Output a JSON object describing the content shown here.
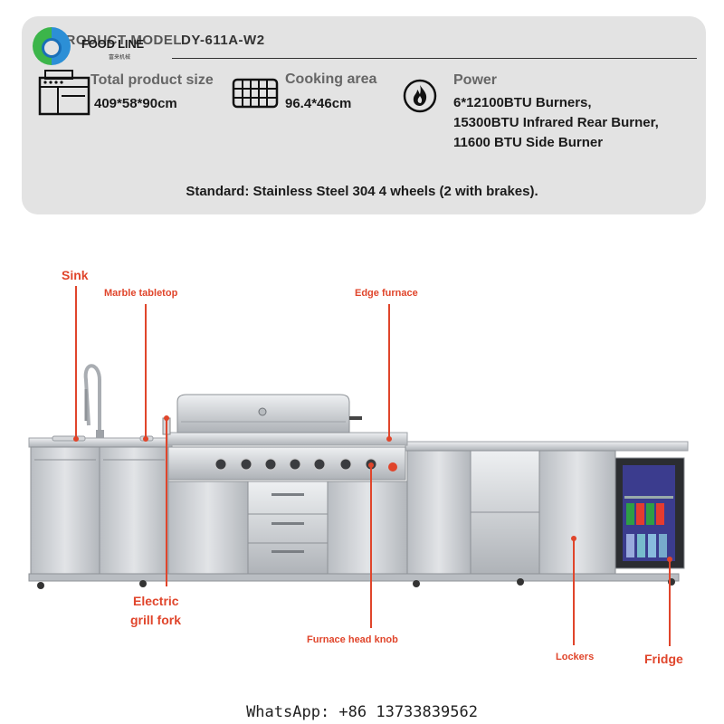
{
  "header": {
    "brand": "FOOD LINE",
    "brand_sub": "富来机械",
    "model_label": "PRODUCT MODEL",
    "model_value": "DY-611A-W2"
  },
  "specs": {
    "size_title": "Total product size",
    "size_value": "409*58*90cm",
    "cooking_title": "Cooking area",
    "cooking_value": "96.4*46cm",
    "power_title": "Power",
    "power_lines": [
      "6*12100BTU Burners,",
      "15300BTU Infrared Rear Burner,",
      "11600 BTU Side Burner"
    ],
    "standard": "Standard: Stainless Steel 304 4 wheels (2 with brakes)."
  },
  "callouts": {
    "sink": "Sink",
    "marble": "Marble tabletop",
    "edge": "Edge furnace",
    "fork_line1": "Electric",
    "fork_line2": "grill fork",
    "knob": "Furnace head knob",
    "lockers": "Lockers",
    "fridge": "Fridge"
  },
  "footer": {
    "whatsapp": "WhatsApp: +86 13733839562"
  },
  "colors": {
    "panel_bg": "#e3e3e3",
    "callout_red": "#e0452b",
    "steel": "#c9ccd0"
  }
}
